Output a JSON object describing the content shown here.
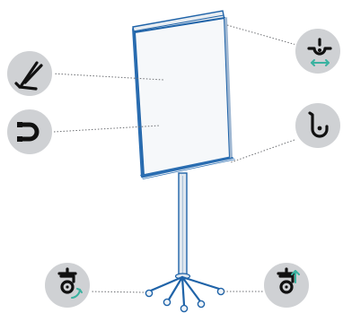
{
  "figure": {
    "description_visible_text": "",
    "colors": {
      "frame_blue": "#1f63a8",
      "board_fill": "#f6f8fa",
      "callout_gray": "#cfd1d4",
      "icon_black": "#111111",
      "accent_teal": "#3ab2a0",
      "leader_line": "#6d6f73"
    },
    "callouts": [
      {
        "id": "writing-surface",
        "icon": "pen-writing-icon"
      },
      {
        "id": "magnetic-surface",
        "icon": "magnet-icon"
      },
      {
        "id": "adjustable-arms",
        "icon": "hook-adjust-icon"
      },
      {
        "id": "paper-hook",
        "icon": "hook-icon"
      },
      {
        "id": "rotating-casters",
        "icon": "caster-rotate-icon"
      },
      {
        "id": "locking-casters",
        "icon": "caster-lock-icon"
      }
    ]
  }
}
